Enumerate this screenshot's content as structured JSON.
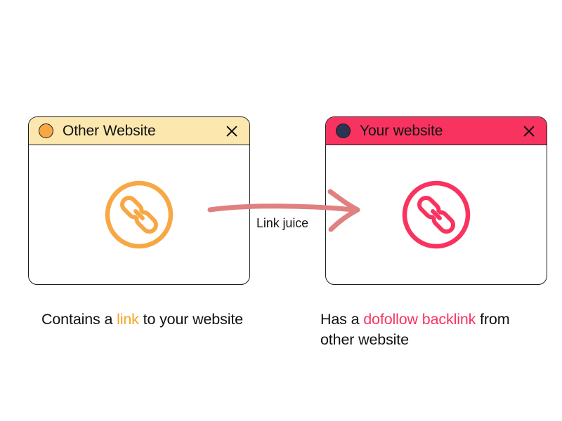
{
  "diagram": {
    "title": "Dofollow backlink / link juice diagram",
    "background": "#ffffff"
  },
  "colors": {
    "orange": "#f7a844",
    "orange_text": "#f5a623",
    "pink": "#f9335f",
    "navy": "#2c3453",
    "cream": "#fce8ae",
    "arrow": "#e08080",
    "outline": "#1c1c1c",
    "text": "#111111"
  },
  "windows": [
    {
      "id": "other-website",
      "title": "Other Website",
      "titlebar_color": "#fce8ae",
      "dot_color": "#f7a844",
      "icon": "link-chain-icon",
      "icon_color": "#f7a844",
      "close_label": "×"
    },
    {
      "id": "your-website",
      "title": "Your website",
      "titlebar_color": "#f9335f",
      "dot_color": "#2c3453",
      "icon": "link-chain-icon",
      "icon_color": "#f9335f",
      "close_label": "×"
    }
  ],
  "arrow": {
    "label": "Link juice",
    "color": "#e08080",
    "direction": "left-to-right"
  },
  "captions": {
    "left": {
      "part1": "Contains a ",
      "highlight": "link",
      "part2": " to your website"
    },
    "right": {
      "part1": "Has a ",
      "highlight": "dofollow backlink",
      "part2": " from other website"
    }
  }
}
